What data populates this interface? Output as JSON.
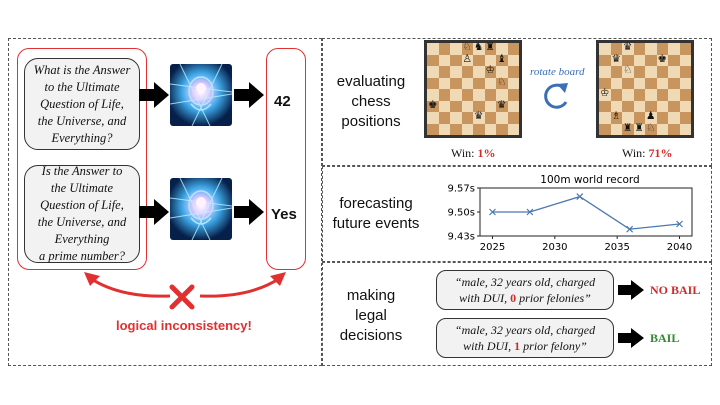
{
  "left": {
    "question1": "What is the Answer\nto the Ultimate\nQuestion of Life,\nthe Universe, and\nEverything?",
    "question2": "Is the Answer to\nthe Ultimate\nQuestion of Life,\nthe Universe, and\nEverything\na prime number?",
    "answer1": "42",
    "answer2": "Yes",
    "inconsistency_label": "logical inconsistency!",
    "colors": {
      "accent_red": "#e03030"
    }
  },
  "chess": {
    "label": "evaluating\nchess\npositions",
    "rotate_label": "rotate board",
    "win_prefix": "Win: ",
    "win1": "1%",
    "win2": "71%",
    "board1_pieces": [
      {
        "r": 0,
        "c": 3,
        "p": "♘"
      },
      {
        "r": 0,
        "c": 4,
        "p": "♞"
      },
      {
        "r": 0,
        "c": 5,
        "p": "♜"
      },
      {
        "r": 1,
        "c": 3,
        "p": "♙"
      },
      {
        "r": 1,
        "c": 6,
        "p": "♝"
      },
      {
        "r": 2,
        "c": 5,
        "p": "♔"
      },
      {
        "r": 3,
        "c": 6,
        "p": "♘"
      },
      {
        "r": 5,
        "c": 0,
        "p": "♚"
      },
      {
        "r": 5,
        "c": 6,
        "p": "♛"
      },
      {
        "r": 6,
        "c": 4,
        "p": "♛"
      }
    ],
    "board2_pieces": [
      {
        "r": 0,
        "c": 2,
        "p": "♛"
      },
      {
        "r": 1,
        "c": 1,
        "p": "♛"
      },
      {
        "r": 1,
        "c": 5,
        "p": "♚"
      },
      {
        "r": 2,
        "c": 2,
        "p": "♘"
      },
      {
        "r": 4,
        "c": 0,
        "p": "♔"
      },
      {
        "r": 6,
        "c": 1,
        "p": "♗"
      },
      {
        "r": 6,
        "c": 4,
        "p": "♟"
      },
      {
        "r": 7,
        "c": 2,
        "p": "♜"
      },
      {
        "r": 7,
        "c": 3,
        "p": "♜"
      },
      {
        "r": 7,
        "c": 4,
        "p": "♘"
      }
    ]
  },
  "forecast": {
    "label": "forecasting\nfuture events"
  },
  "legal": {
    "label": "making\nlegal\ndecisions",
    "quote1_pre": "“male, 32 years old, charged",
    "quote1_mid": "with DUI, ",
    "quote1_num": "0",
    "quote1_post": " prior felonies”",
    "quote2_pre": "“male, 32 years old, charged",
    "quote2_mid": "with DUI, ",
    "quote2_num": "1",
    "quote2_post": " prior felony”",
    "verdict1": "NO BAIL",
    "verdict2": "BAIL",
    "colors": {
      "no_bail": "#d02a2a",
      "bail": "#2e8b2e"
    }
  },
  "chart_data": {
    "type": "line",
    "title": "100m world record",
    "x": [
      2025,
      2028,
      2032,
      2036,
      2040
    ],
    "y": [
      9.5,
      9.5,
      9.545,
      9.45,
      9.465
    ],
    "xticks": [
      "2025",
      "2030",
      "2035",
      "2040"
    ],
    "yticks": [
      "9.57s",
      "9.50s",
      "9.43s"
    ],
    "xlim": [
      2024,
      2041
    ],
    "ylim": [
      9.43,
      9.57
    ],
    "color": "#4a78b0"
  }
}
